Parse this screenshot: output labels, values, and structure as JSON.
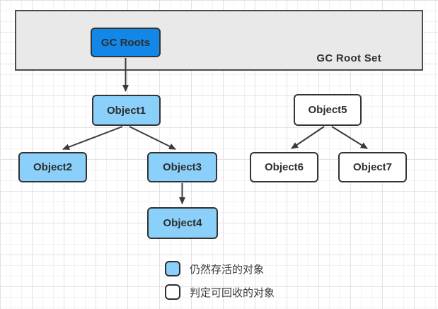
{
  "diagram": {
    "banner": {
      "label": "GC Root Set"
    },
    "nodes": {
      "gc_roots": {
        "label": "GC Roots",
        "type": "root"
      },
      "object1": {
        "label": "Object1",
        "type": "alive"
      },
      "object2": {
        "label": "Object2",
        "type": "alive"
      },
      "object3": {
        "label": "Object3",
        "type": "alive"
      },
      "object4": {
        "label": "Object4",
        "type": "alive"
      },
      "object5": {
        "label": "Object5",
        "type": "recyclable"
      },
      "object6": {
        "label": "Object6",
        "type": "recyclable"
      },
      "object7": {
        "label": "Object7",
        "type": "recyclable"
      }
    },
    "edges": [
      {
        "from": "gc_roots",
        "to": "object1"
      },
      {
        "from": "object1",
        "to": "object2"
      },
      {
        "from": "object1",
        "to": "object3"
      },
      {
        "from": "object3",
        "to": "object4"
      },
      {
        "from": "object5",
        "to": "object6"
      },
      {
        "from": "object5",
        "to": "object7"
      }
    ],
    "legend": [
      {
        "swatch": "alive",
        "label": "仍然存活的对象"
      },
      {
        "swatch": "recyclable",
        "label": "判定可回收的对象"
      }
    ],
    "colors": {
      "root_fill": "#1287E8",
      "alive_fill": "#8AD0FA",
      "recyclable_fill": "#FFFFFF",
      "banner_fill": "#E9E9E9",
      "node_stroke": "#333333",
      "arrow": "#3A3A3A"
    }
  }
}
